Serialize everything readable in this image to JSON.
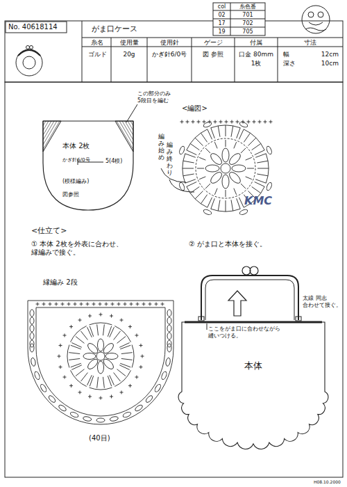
{
  "diagram": {
    "title": "がま口ケース",
    "nodes": [
      {
        "text": [
          "本体 2枚",
          "かぎ針6/0号",
          "(模様編み)",
          "図参照"
        ]
      },
      {
        "text": [
          "本体"
        ]
      }
    ],
    "labels": [
      "No. 40618114",
      "col",
      "糸色番",
      "02",
      "701",
      "17",
      "702",
      "19",
      "705",
      "糸名",
      "使用量",
      "使用針",
      "ゲージ",
      "付属",
      "寸法",
      "ゴルド",
      "20g",
      "かぎ針6/0号",
      "図 参照",
      "口金 80mm",
      "1枚",
      "幅",
      "12cm",
      "深さ",
      "10cm",
      "この部分のみ 5段目を編む",
      "5(4模)",
      "<編図>",
      "編み始め",
      "編み終わり",
      "KMC",
      "<仕立て>",
      "① 本体 2枚を外表に合わせ、 縁編みで接ぐ。",
      "縁編み 2段",
      "(40目)",
      "② がま口と本体を接ぐ。",
      "太線 同志 合わせて接ぐ。",
      "ここをがま口に合わせながら 縫いつける。",
      "H08.10.2000"
    ]
  }
}
